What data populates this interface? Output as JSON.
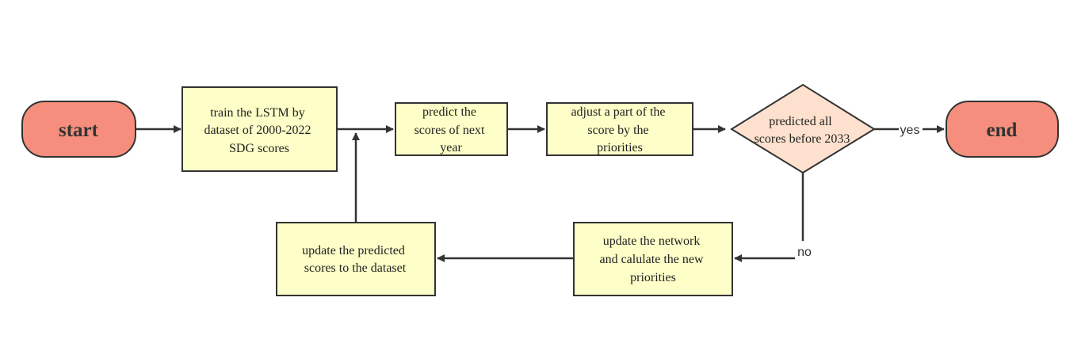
{
  "diagram": {
    "colors": {
      "terminal_fill": "#f58e7d",
      "process_fill": "#fefec8",
      "decision_fill": "#fde0cd",
      "stroke": "#333333"
    },
    "nodes": {
      "start": {
        "label": "start"
      },
      "train": {
        "lines": [
          "train the LSTM by",
          "dataset of 2000-2022",
          "SDG scores"
        ]
      },
      "predict": {
        "lines": [
          "predict the",
          "scores of next",
          "year"
        ]
      },
      "adjust": {
        "lines": [
          "adjust a part of the",
          "score by the",
          "priorities"
        ]
      },
      "decision": {
        "lines": [
          "predicted all",
          "scores before 2033"
        ]
      },
      "end": {
        "label": "end"
      },
      "update_network": {
        "lines": [
          "update the network",
          "and calulate the new",
          "priorities"
        ]
      },
      "update_dataset": {
        "lines": [
          "update the predicted",
          "scores to the dataset"
        ]
      }
    },
    "edge_labels": {
      "yes": "yes",
      "no": "no"
    }
  }
}
